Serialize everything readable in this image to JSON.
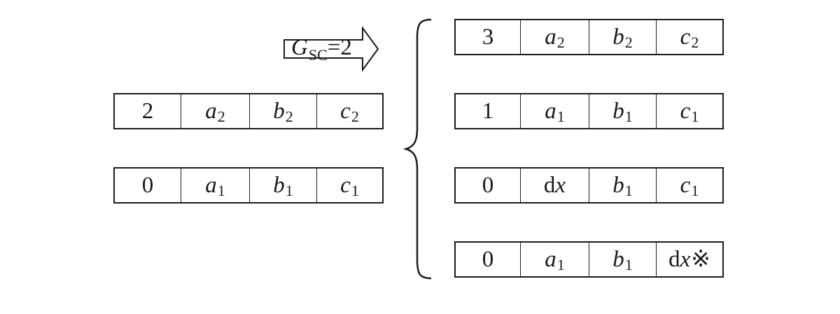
{
  "arrow": {
    "symbol": "G",
    "subscript": "SC",
    "equals": "=2"
  },
  "left_rows": [
    {
      "field0": "2",
      "a": {
        "var": "a",
        "sub": "2"
      },
      "b": {
        "var": "b",
        "sub": "2"
      },
      "c": {
        "var": "c",
        "sub": "2"
      }
    },
    {
      "field0": "0",
      "a": {
        "var": "a",
        "sub": "1"
      },
      "b": {
        "var": "b",
        "sub": "1"
      },
      "c": {
        "var": "c",
        "sub": "1"
      }
    }
  ],
  "right_rows": [
    {
      "field0": "3",
      "a": {
        "var": "a",
        "sub": "2"
      },
      "b": {
        "var": "b",
        "sub": "2"
      },
      "c": {
        "var": "c",
        "sub": "2"
      }
    },
    {
      "field0": "1",
      "a": {
        "var": "a",
        "sub": "1"
      },
      "b": {
        "var": "b",
        "sub": "1"
      },
      "c": {
        "var": "c",
        "sub": "1"
      }
    },
    {
      "field0": "0",
      "a": {
        "prefix": "d",
        "var": "x"
      },
      "b": {
        "var": "b",
        "sub": "1"
      },
      "c": {
        "var": "c",
        "sub": "1"
      }
    },
    {
      "field0": "0",
      "a": {
        "var": "a",
        "sub": "1"
      },
      "b": {
        "var": "b",
        "sub": "1"
      },
      "c": {
        "prefix": "d",
        "var": "x",
        "mark": "※"
      }
    }
  ]
}
